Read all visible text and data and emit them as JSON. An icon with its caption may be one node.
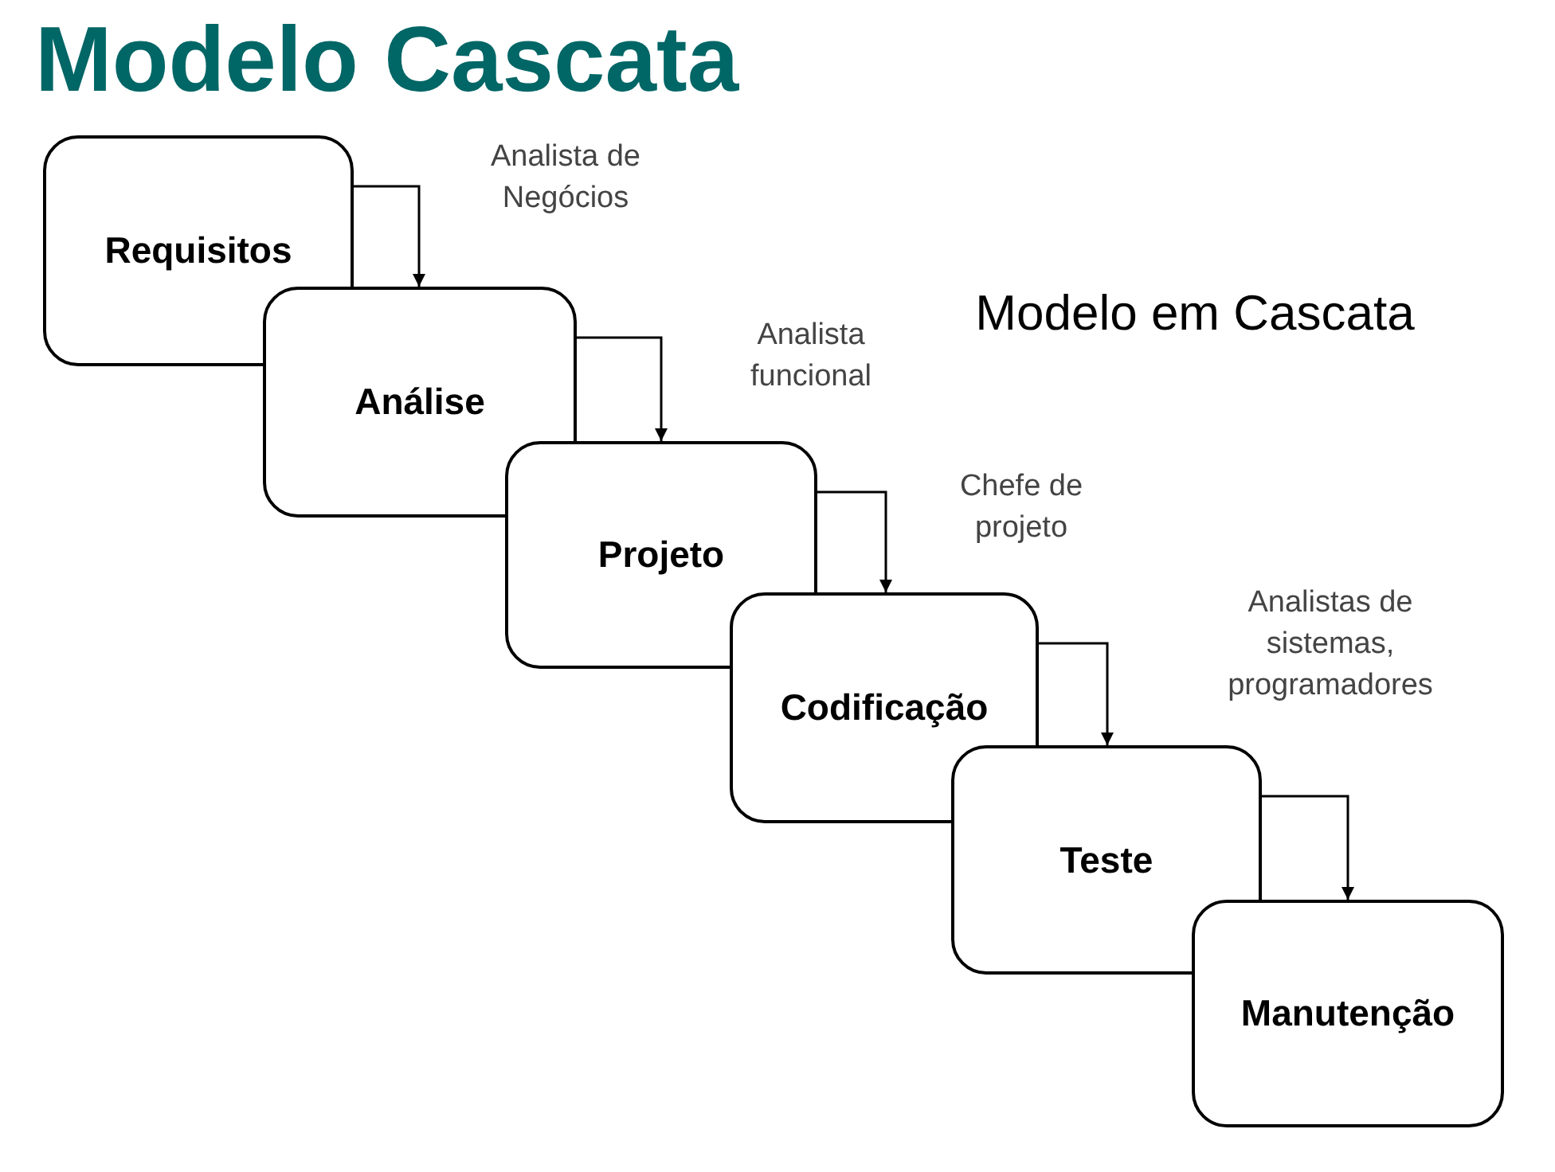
{
  "diagram": {
    "title": "Modelo Cascata",
    "nodes": [
      {
        "text": [
          "Requisitos"
        ]
      },
      {
        "text": [
          "Análise"
        ]
      },
      {
        "text": [
          "Projeto"
        ]
      },
      {
        "text": [
          "Codificação"
        ]
      },
      {
        "text": [
          "Teste"
        ]
      },
      {
        "text": [
          "Manutenção"
        ]
      }
    ],
    "edges": [
      {
        "from": 0,
        "to": 1,
        "arrow": "to"
      },
      {
        "from": 1,
        "to": 2,
        "arrow": "to"
      },
      {
        "from": 2,
        "to": 3,
        "arrow": "to"
      },
      {
        "from": 3,
        "to": 4,
        "arrow": "to"
      },
      {
        "from": 4,
        "to": 5,
        "arrow": "to"
      }
    ],
    "labels": [
      "Analista de Negócios",
      "Modelo em Cascata",
      "Analista funcional",
      "Chefe de projeto",
      "Analistas de sistemas, programadores"
    ]
  }
}
